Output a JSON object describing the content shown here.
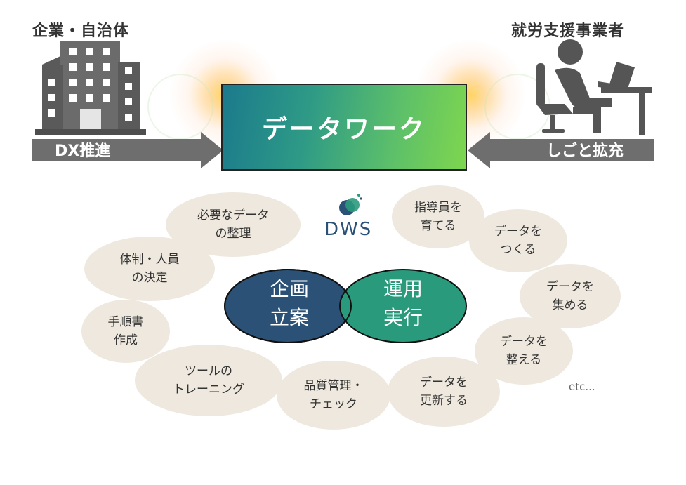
{
  "left_party": {
    "label": "企業・自治体",
    "arrow_label": "DX推進"
  },
  "right_party": {
    "label": "就労支援事業者",
    "arrow_label": "しごと拡充"
  },
  "center": {
    "title": "データワーク"
  },
  "logo": {
    "text": "DWS"
  },
  "venn": {
    "left_line1": "企画",
    "left_line2": "立案",
    "right_line1": "運用",
    "right_line2": "実行"
  },
  "tasks": [
    {
      "line1": "必要なデータ",
      "line2": "の整理"
    },
    {
      "line1": "体制・人員",
      "line2": "の決定"
    },
    {
      "line1": "手順書",
      "line2": "作成"
    },
    {
      "line1": "ツールの",
      "line2": "トレーニング"
    },
    {
      "line1": "品質管理・",
      "line2": "チェック"
    },
    {
      "line1": "データを",
      "line2": "更新する"
    },
    {
      "line1": "データを",
      "line2": "整える"
    },
    {
      "line1": "データを",
      "line2": "集める"
    },
    {
      "line1": "データを",
      "line2": "つくる"
    },
    {
      "line1": "指導員を",
      "line2": "育てる"
    }
  ],
  "etc_label": "etc...",
  "colors": {
    "arrow": "#6e6e6e",
    "bubble": "#efe8de",
    "venn_left": "#2b5276",
    "venn_right": "#2a9a7c",
    "building": "#6b6b6b"
  }
}
